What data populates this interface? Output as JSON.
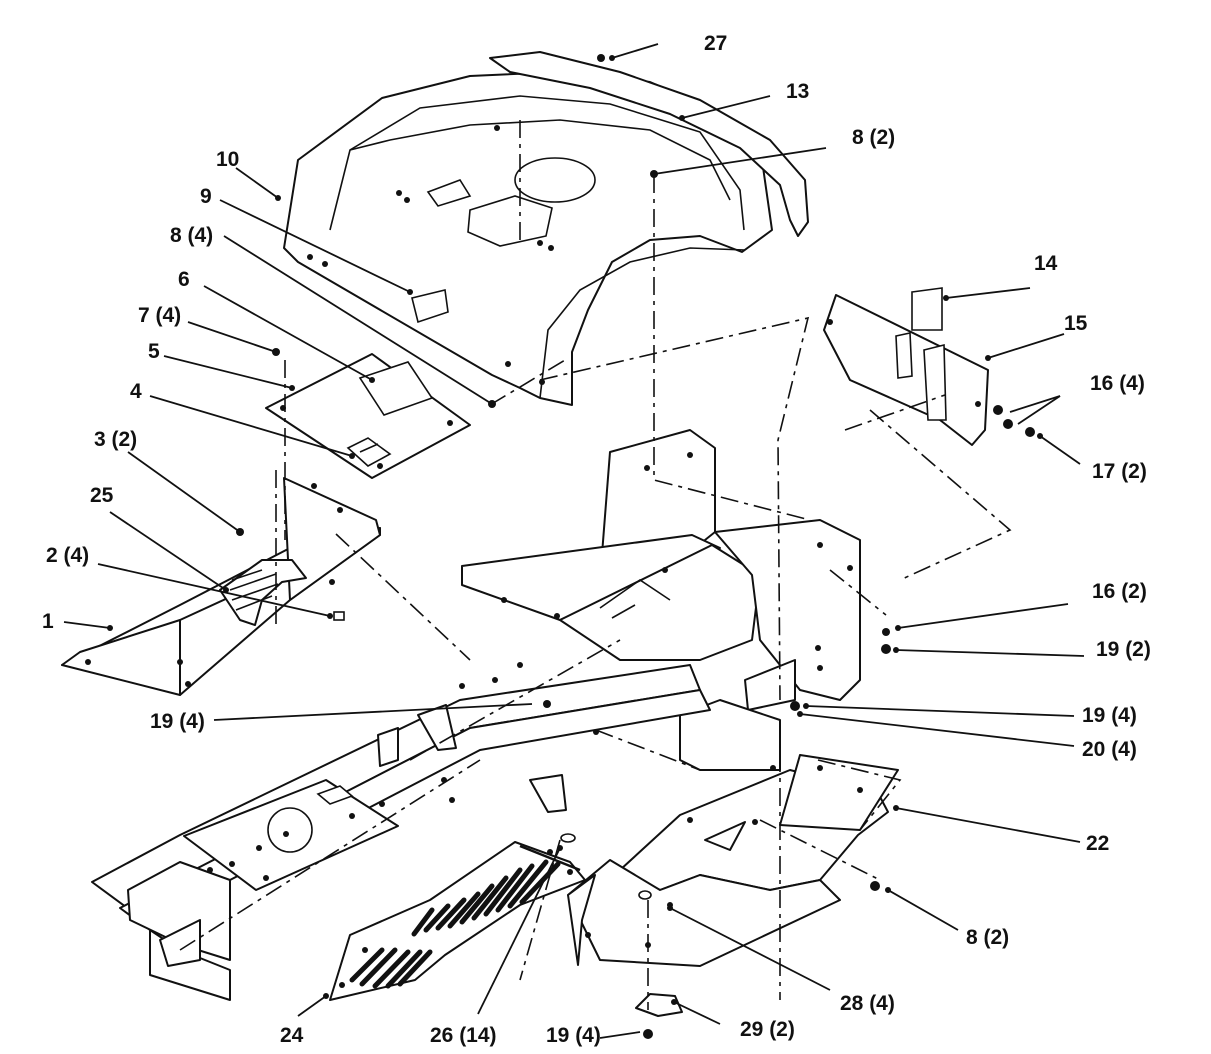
{
  "callouts": {
    "c1": "1",
    "c2": "2 (4)",
    "c3": "3 (2)",
    "c4": "4",
    "c5": "5",
    "c6": "6",
    "c7": "7 (4)",
    "c8a": "8 (4)",
    "c8b": "8 (2)",
    "c8c": "8 (2)",
    "c9": "9",
    "c10": "10",
    "c13": "13",
    "c14": "14",
    "c15": "15",
    "c16a": "16 (4)",
    "c16b": "16 (2)",
    "c17": "17 (2)",
    "c19a": "19 (4)",
    "c19b": "19 (2)",
    "c19c": "19 (4)",
    "c19d": "19 (4)",
    "c20": "20 (4)",
    "c22": "22",
    "c24": "24",
    "c25": "25",
    "c26": "26 (14)",
    "c27": "27",
    "c28": "28 (4)",
    "c29": "29 (2)"
  }
}
